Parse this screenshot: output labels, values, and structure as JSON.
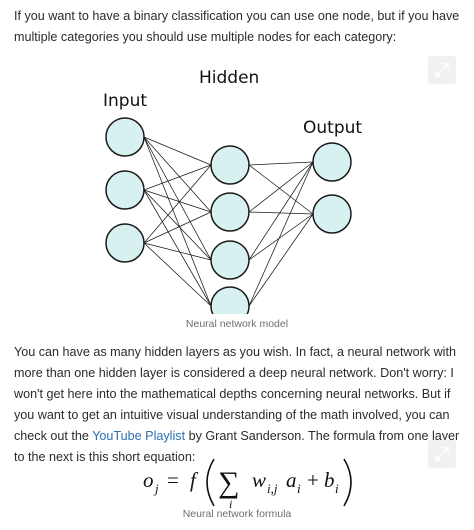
{
  "intro": {
    "text": "If you want to have a binary classification you can use one node, but if you have multiple categories you should use multiple nodes for each category:"
  },
  "network_figure": {
    "labels": {
      "input": "Input",
      "hidden": "Hidden",
      "output": "Output"
    },
    "layers": {
      "input": 3,
      "hidden": 4,
      "output": 2
    },
    "node_color": "#d7f1f1",
    "caption": "Neural network model",
    "expand_icon": "expand-icon"
  },
  "body": {
    "before_link": "You can have as many hidden layers as you wish. In fact, a neural network with more than one hidden layer is considered a deep neural network. Don't worry: I won't get here into the mathematical depths concerning neural networks. But if you want to get an intuitive visual understanding of the math involved, you can check out the ",
    "link_text": "YouTube Playlist",
    "after_link": " by Grant Sanderson. The formula from one layer to the next is this short equation:",
    "link_color": "#2f6fb3"
  },
  "formula_figure": {
    "caption": "Neural network formula",
    "equation": {
      "lhs": "o",
      "lhs_sub": "j",
      "equals": "=",
      "func": "f",
      "sum": "∑",
      "sum_index": "i",
      "term1": "w",
      "term1_sub": "i,j",
      "term2": "a",
      "term2_sub": "i",
      "plus": "+",
      "term3": "b",
      "term3_sub": "i"
    },
    "expand_icon": "expand-icon"
  }
}
